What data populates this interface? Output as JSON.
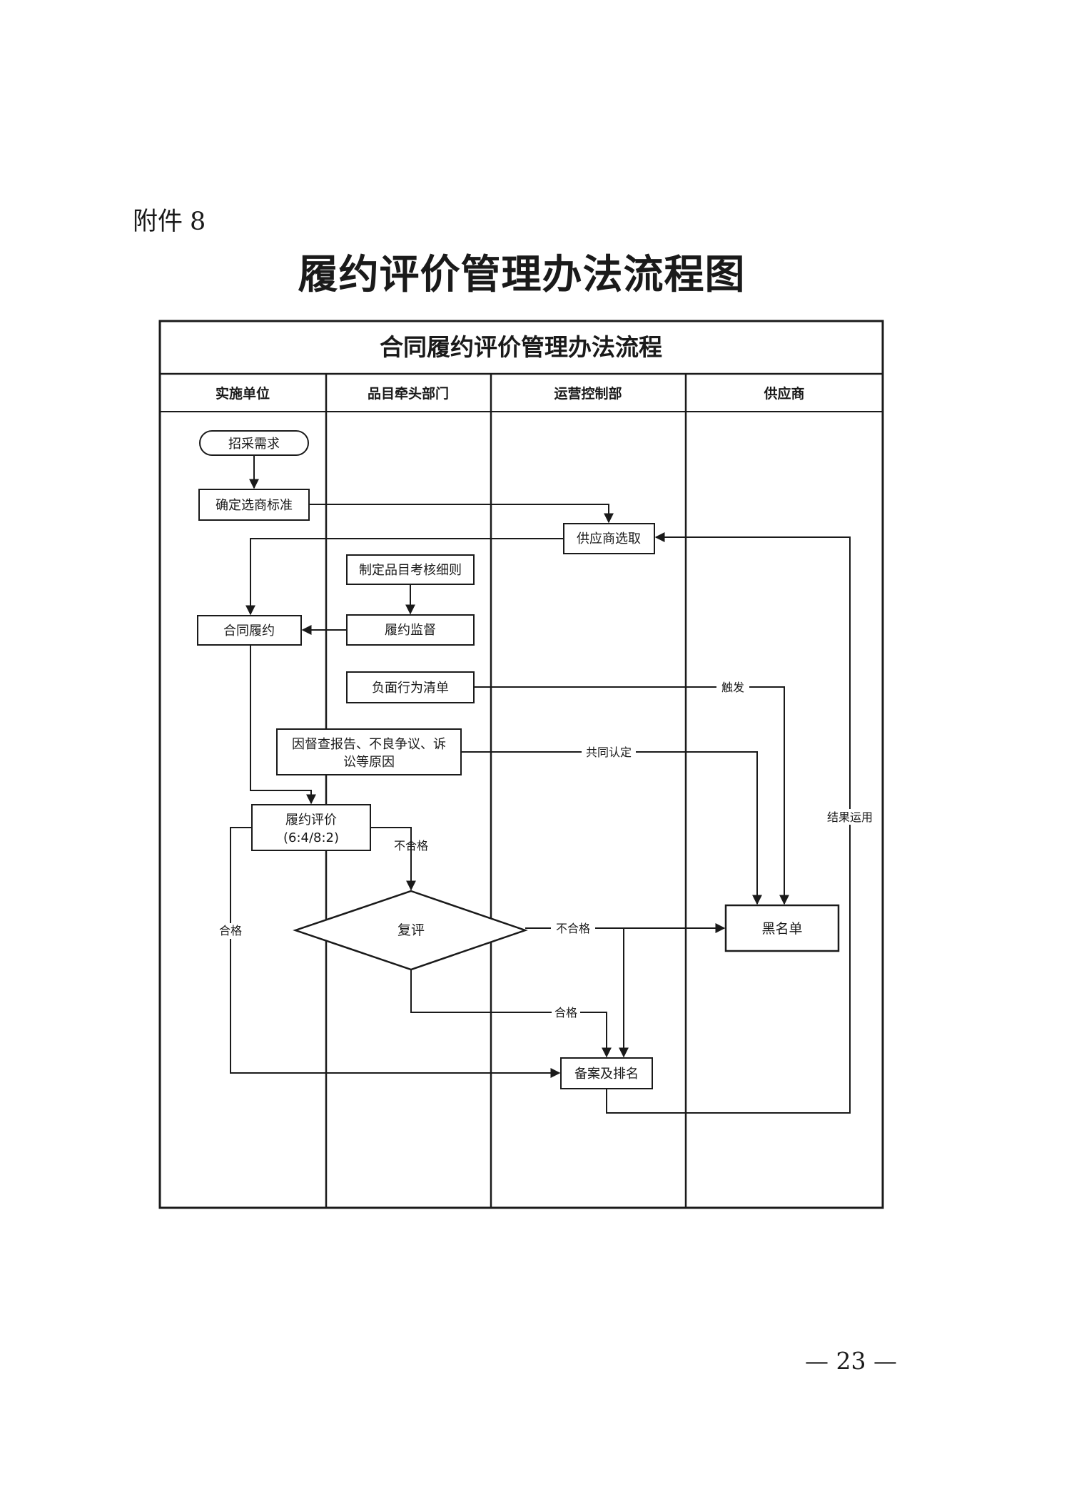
{
  "page": {
    "attachment_label": "附件",
    "attachment_number": "8",
    "title": "履约评价管理办法流程图",
    "page_number": "— 23 —"
  },
  "chart": {
    "title": "合同履约评价管理办法流程",
    "lanes": [
      "实施单位",
      "品目牵头部门",
      "运营控制部",
      "供应商"
    ],
    "nodes": {
      "start": "招采需求",
      "criteria": "确定选商标准",
      "select": "供应商选取",
      "rules": "制定品目考核细则",
      "perform": "合同履约",
      "monitor": "履约监督",
      "negative": "负面行为清单",
      "reason_line1": "因督查报告、不良争议、诉",
      "reason_line2": "讼等原因",
      "evaluate_line1": "履约评价",
      "evaluate_line2": "(6:4/8:2)",
      "review": "复评",
      "blacklist": "黑名单",
      "record": "备案及排名"
    },
    "edge_labels": {
      "trigger": "触发",
      "joint": "共同认定",
      "result_use": "结果运用",
      "fail_eval": "不合格",
      "pass_eval": "合格",
      "fail_review": "不合格",
      "pass_review": "合格"
    },
    "colors": {
      "stroke": "#1a1a1a",
      "background": "#ffffff"
    }
  }
}
